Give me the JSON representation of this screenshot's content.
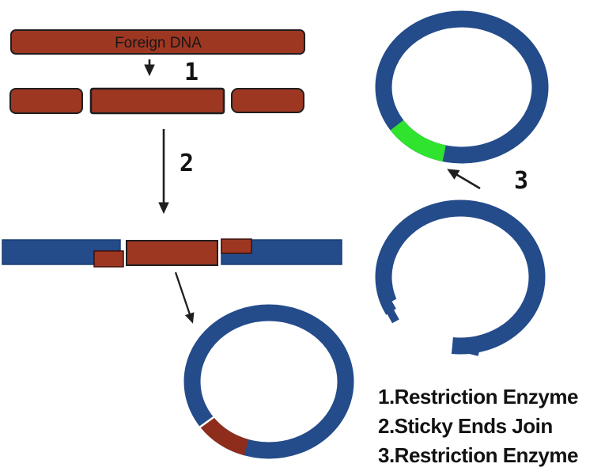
{
  "diagram": {
    "foreign_dna_label": "Foreign DNA",
    "step_labels": {
      "one": "1",
      "two": "2",
      "three": "3"
    },
    "legend": [
      "1.Restriction Enzyme",
      "2.Sticky Ends Join",
      "3.Restriction Enzyme"
    ]
  },
  "colors": {
    "dna_red": "#9E3722",
    "insert_red": "#8E2D1B",
    "plasmid_blue": "#244B8A",
    "site_green": "#2FE32E",
    "outline": "#1F1F1F",
    "blue_edge": "#1C3E70",
    "red_edge": "#3A100A",
    "arrow": "#1F1F1F",
    "text": "#121212",
    "background": "#FFFFFF"
  }
}
